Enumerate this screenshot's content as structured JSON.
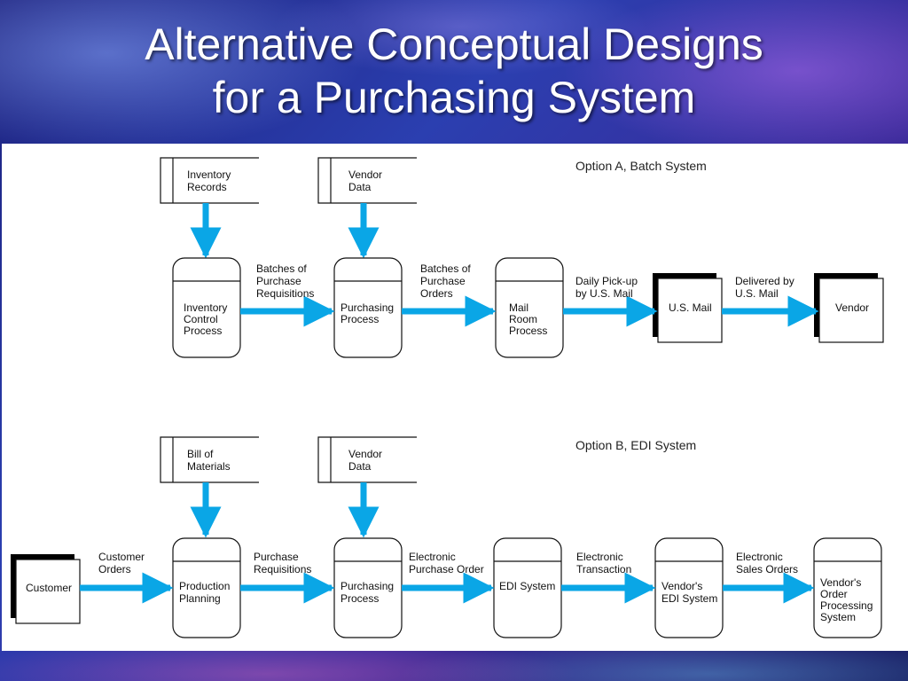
{
  "slide": {
    "title_line1": "Alternative Conceptual Designs",
    "title_line2": "for a Purchasing System"
  },
  "colors": {
    "arrow": "#0aa6e6",
    "box_stroke": "#111111",
    "panel": "#ffffff"
  },
  "diagram": {
    "option_a": {
      "label": "Option A, Batch System",
      "stores": {
        "inventory": [
          "Inventory",
          "Records"
        ],
        "vendor": [
          "Vendor",
          "Data"
        ]
      },
      "processes": {
        "inventory_control": [
          "Inventory",
          "Control",
          "Process"
        ],
        "purchasing": [
          "Purchasing",
          "Process"
        ],
        "mail_room": [
          "Mail",
          "Room",
          "Process"
        ]
      },
      "entities": {
        "us_mail": "U.S. Mail",
        "vendor": "Vendor"
      },
      "flows": {
        "batches_requisitions": [
          "Batches of",
          "Purchase",
          "Requisitions"
        ],
        "batches_orders": [
          "Batches of",
          "Purchase",
          "Orders"
        ],
        "daily_pickup": [
          "Daily Pick-up",
          "by U.S. Mail"
        ],
        "delivered": [
          "Delivered by",
          "U.S. Mail"
        ]
      }
    },
    "option_b": {
      "label": "Option B, EDI System",
      "stores": {
        "bill_materials": [
          "Bill of",
          "Materials"
        ],
        "vendor": [
          "Vendor",
          "Data"
        ]
      },
      "processes": {
        "production_planning": [
          "Production",
          "Planning"
        ],
        "purchasing": [
          "Purchasing",
          "Process"
        ],
        "edi_system": [
          "EDI System"
        ],
        "vendor_edi": [
          "Vendor's",
          "EDI System"
        ],
        "vendor_order_processing": [
          "Vendor's",
          "Order",
          "Processing",
          "System"
        ]
      },
      "entities": {
        "customer": "Customer"
      },
      "flows": {
        "customer_orders": [
          "Customer",
          "Orders"
        ],
        "purchase_requisitions": [
          "Purchase",
          "Requisitions"
        ],
        "electronic_po": [
          "Electronic",
          "Purchase Order"
        ],
        "electronic_transaction": [
          "Electronic",
          "Transaction"
        ],
        "electronic_sales": [
          "Electronic",
          "Sales Orders"
        ]
      }
    }
  }
}
